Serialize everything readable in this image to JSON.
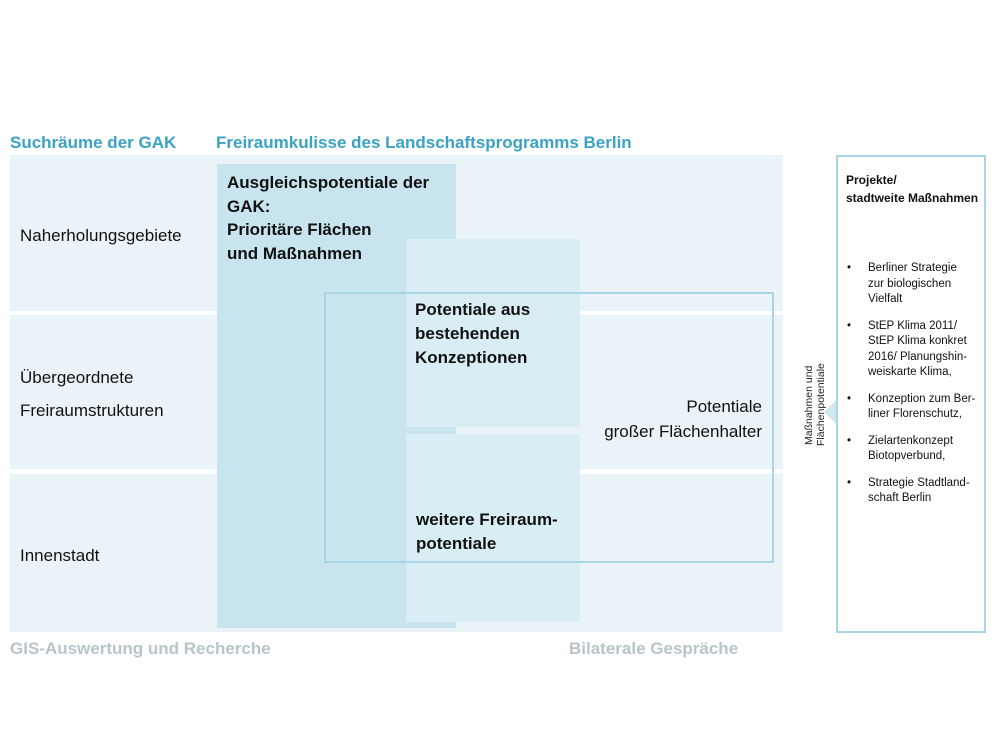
{
  "headers": {
    "left": "Suchräume der GAK",
    "main": "Freiraumkulisse des Landschaftsprogramms Berlin"
  },
  "rows": [
    "Naherholungsgebiete",
    "Übergeordnete",
    "Freiraumstrukturen",
    "Innenstadt"
  ],
  "boxes": {
    "gak": [
      "Ausgleichspotentiale der",
      "GAK:",
      "Prioritäre Flächen",
      "und Maßnahmen"
    ],
    "bestehend": [
      "Potentiale aus",
      "bestehenden",
      "Konzeptionen"
    ],
    "weitere": [
      "weitere  Freiraum-",
      "potentiale"
    ],
    "flaechenhalter": [
      "Potentiale",
      "großer  Flächenhalter"
    ]
  },
  "footers": {
    "left": "GIS-Auswertung und Recherche",
    "right": "Bilaterale Gespräche"
  },
  "vertical_label": [
    "Maßnahmen und",
    "Flächenpotentiale"
  ],
  "panel": {
    "title": [
      "Projekte/",
      "stadtweite Maßnahmen"
    ],
    "items": [
      [
        "Berliner Strategie",
        "zur biologischen",
        "Vielfalt"
      ],
      [
        "StEP Klima 2011/",
        "StEP Klima konkret",
        "2016/ Planungshin-",
        "weiskarte Klima,"
      ],
      [
        "Konzeption zum Ber-",
        "liner Florenschutz,"
      ],
      [
        "Zielartenkonzept",
        "Biotopverbund,"
      ],
      [
        "Strategie Stadtland-",
        "schaft Berlin"
      ]
    ]
  },
  "colors": {
    "header": "#3aa2c4",
    "footer": "#b7c4ca",
    "band": "#eaf4f8",
    "gak_box": "#c8e4ee",
    "mid_box": "#d9edf4",
    "frame": "#a9d6e6"
  }
}
